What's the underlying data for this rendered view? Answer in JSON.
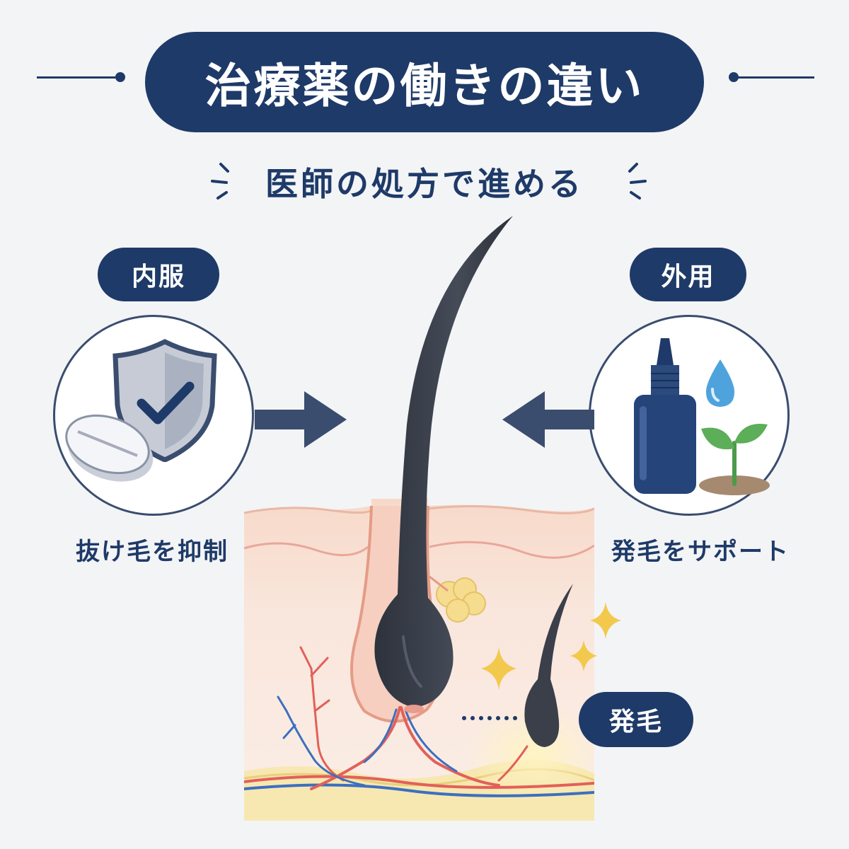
{
  "title": "治療薬の働きの違い",
  "subtitle": "医師の処方で進める",
  "left": {
    "tag": "内服",
    "caption": "抜け毛を抑制",
    "icons": [
      "shield-check-icon",
      "tablet-icon"
    ]
  },
  "right": {
    "tag": "外用",
    "caption": "発毛をサポート",
    "icons": [
      "dropper-bottle-icon",
      "water-drop-icon",
      "sprout-icon"
    ]
  },
  "growth_label": "発毛",
  "colors": {
    "navy": "#1e3a68",
    "skin": "#f8e2d5",
    "hair": "#3a3f4a",
    "artery": "#e2605a",
    "vein": "#3c6fc0",
    "sparkle": "#f2c94c"
  }
}
